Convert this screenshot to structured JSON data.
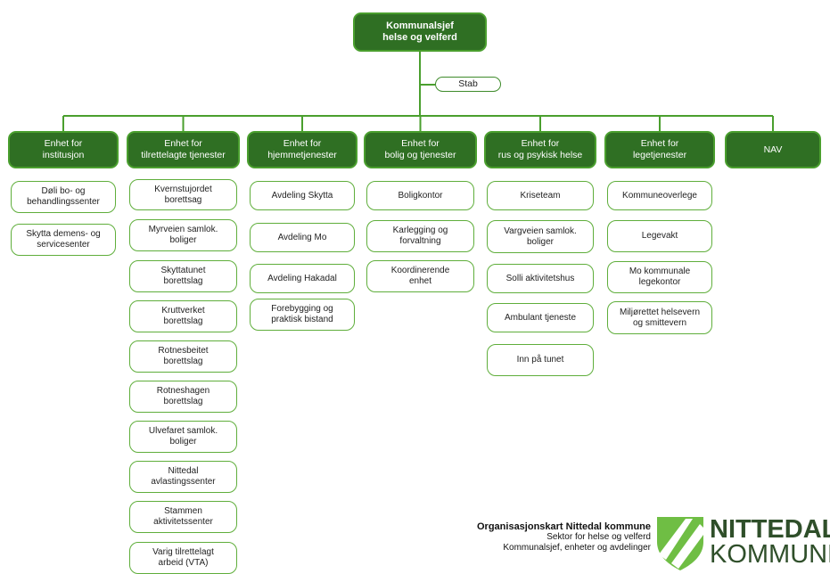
{
  "top": "Kommunalsjef\nhelse og velferd",
  "stab": "Stab",
  "units": [
    {
      "label": "Enhet for\ninstitusjon",
      "items": [
        "Døli bo- og\nbehandlingssenter",
        "Skytta demens- og\nservicesenter"
      ]
    },
    {
      "label": "Enhet for\ntilrettelagte tjenester",
      "items": [
        "Kvernstujordet\nborettsag",
        "Myrveien samlok.\nboliger",
        "Skyttatunet\nborettslag",
        "Kruttverket\nborettslag",
        "Rotnesbeitet\nborettslag",
        "Rotneshagen\nborettslag",
        "Ulvefaret samlok.\nboliger",
        "Nittedal\navlastingssenter",
        "Stammen\naktivitetssenter",
        "Varig tilrettelagt\narbeid (VTA)"
      ]
    },
    {
      "label": "Enhet for\nhjemmetjenester",
      "items": [
        "Avdeling Skytta",
        "Avdeling Mo",
        "Avdeling Hakadal",
        "Forebygging og\npraktisk bistand"
      ]
    },
    {
      "label": "Enhet for\nbolig og tjenester",
      "items": [
        "Boligkontor",
        "Karlegging og\nforvaltning",
        "Koordinerende\nenhet"
      ]
    },
    {
      "label": "Enhet for\nrus og psykisk helse",
      "items": [
        "Kriseteam",
        "Vargveien samlok.\nboliger",
        "Solli aktivitetshus",
        "Ambulant tjeneste",
        "Inn på tunet"
      ]
    },
    {
      "label": "Enhet for\nlegetjenester",
      "items": [
        "Kommuneoverlege",
        "Legevakt",
        "Mo kommunale\nlegekontor",
        "Miljørettet helsevern\nog smittevern"
      ]
    },
    {
      "label": "NAV",
      "items": []
    }
  ],
  "footer": {
    "title": "Organisasjonskart Nittedal kommune",
    "line2": "Sektor for helse og velferd",
    "line3": "Kommunalsjef, enheter og avdelinger"
  },
  "logo": {
    "name": "NITTEDAL",
    "sub": "KOMMUNE",
    "colors": {
      "stripe": "#6fbe44",
      "text": "#2f4f2a"
    }
  },
  "colors": {
    "dark": "#2f6f23",
    "line": "#4a9f2e",
    "border": "#5fae3b"
  }
}
